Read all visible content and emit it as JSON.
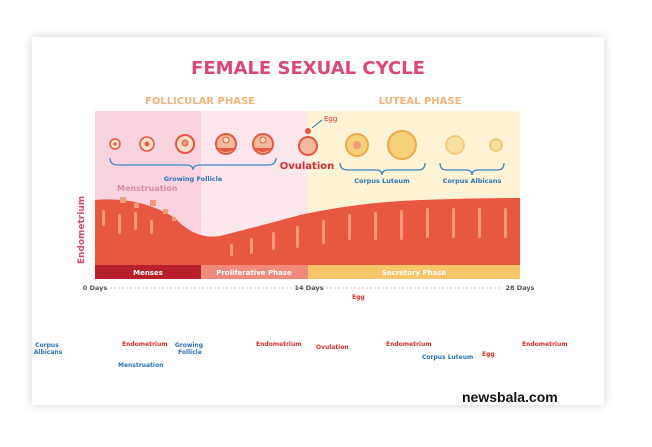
{
  "title": "FEMALE SEXUAL CYCLE",
  "phases": {
    "follicular": "FOLLICULAR PHASE",
    "luteal": "LUTEAL PHASE"
  },
  "labels": {
    "egg": "Egg",
    "ovulation": "Ovulation",
    "growing_follicle": "Growing Follicle",
    "corpus_luteum": "Corpus Luteum",
    "corpus_albicans": "Corpus Albicans",
    "menstruation": "Menstruation",
    "endometrium": "Endometrium"
  },
  "bar": {
    "menses": "Menses",
    "proliferative": "Proliferative Phase",
    "secretory": "Secretory Phase"
  },
  "days": {
    "d0": "0 Days",
    "d14": "14 Days",
    "d28": "28 Days"
  },
  "uterus_labels": {
    "u1_left": "Corpus\nAlbicans",
    "u1_right": "Endometrium",
    "u1_bottom": "Menstruation",
    "u2_left": "Growing\nFollicle",
    "u2_right": "Endometrium",
    "u3_egg": "Egg",
    "u3_left": "Ovulation",
    "u3_right": "Endometrium",
    "u4_left": "Corpus Luteum",
    "u4_egg": "Egg",
    "u4_right": "Endometrium"
  },
  "watermark": "newsbala.com",
  "colors": {
    "title": "#e0457a",
    "phase_text": "#f2b47a",
    "follicular_bg": "#fde3ea",
    "luteal_bg": "#fff3d6",
    "tissue": "#e8573f",
    "tissue_light": "#f39a7a",
    "menses_bar": "#b8202c",
    "prolif_bar": "#f08a7a",
    "secretory_bar": "#f7c56a",
    "label_blue": "#2b73b7",
    "label_red": "#d8302f",
    "bracket": "#3e86c9"
  }
}
